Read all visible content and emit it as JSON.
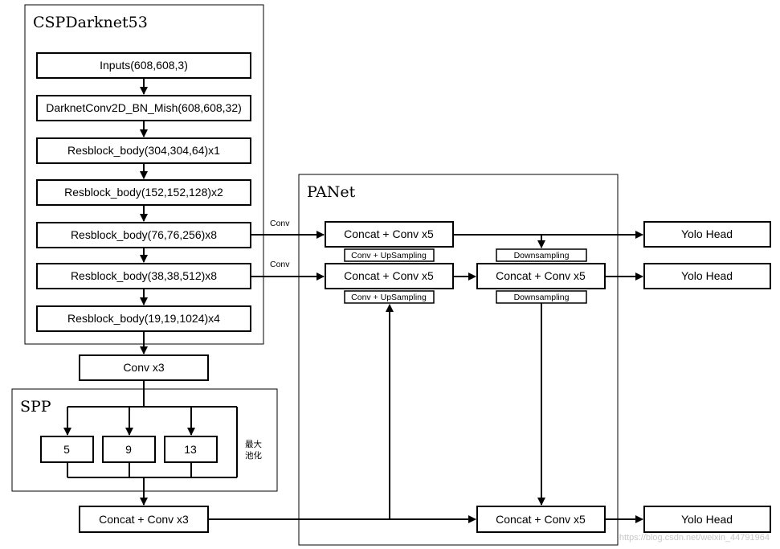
{
  "sections": {
    "backbone_title": "CSPDarknet53",
    "panet_title": "PANet",
    "spp_title": "SPP"
  },
  "backbone": {
    "inputs": "Inputs(608,608,3)",
    "conv": "DarknetConv2D_BN_Mish(608,608,32)",
    "res1": "Resblock_body(304,304,64)x1",
    "res2": "Resblock_body(152,152,128)x2",
    "res3": "Resblock_body(76,76,256)x8",
    "res4": "Resblock_body(38,38,512)x8",
    "res5": "Resblock_body(19,19,1024)x4"
  },
  "neck": {
    "conv_x3": "Conv x3",
    "pool_sizes": [
      "5",
      "9",
      "13"
    ],
    "pool_label_line1": "最大",
    "pool_label_line2": "池化",
    "concat_conv_x3": "Concat + Conv x3"
  },
  "panet": {
    "conv_label_1": "Conv",
    "conv_label_2": "Conv",
    "concat_top": "Concat + Conv x5",
    "concat_mid_left": "Concat + Conv x5",
    "concat_mid_right": "Concat + Conv x5",
    "concat_bottom": "Concat + Conv x5",
    "upsample_1": "Conv + UpSampling",
    "upsample_2": "Conv + UpSampling",
    "downsample_1": "Downsampling",
    "downsample_2": "Downsampling"
  },
  "heads": {
    "head1": "Yolo Head",
    "head2": "Yolo Head",
    "head3": "Yolo Head"
  },
  "watermark": "https://blog.csdn.net/weixin_44791964"
}
